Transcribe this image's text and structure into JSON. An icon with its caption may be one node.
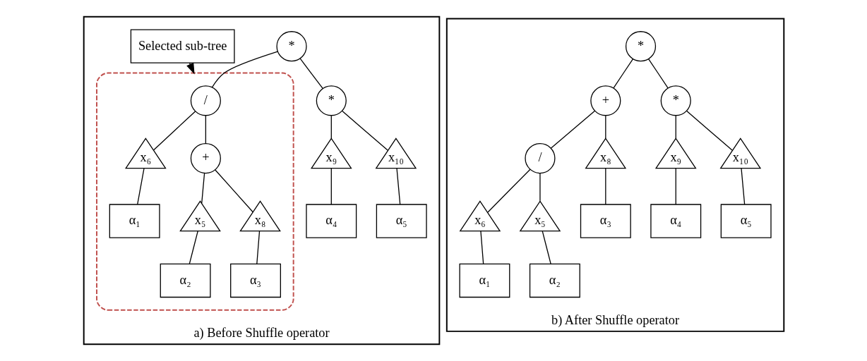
{
  "diagram": {
    "nodes": [
      {
        "text": [
          "a) Before Shuffle operator"
        ]
      },
      {
        "text": [
          "*"
        ],
        "in": 0
      },
      {
        "text": [
          "Selected sub-tree"
        ],
        "in": 0
      },
      {
        "text": [],
        "shape": "ellipse",
        "in": 0
      },
      {
        "text": [
          "/"
        ],
        "in": 3
      },
      {
        "text": [
          "*"
        ],
        "in": 0
      },
      {
        "text": [
          "x₆"
        ],
        "in": 3
      },
      {
        "text": [
          "+"
        ],
        "in": 3
      },
      {
        "text": [
          "x₉"
        ],
        "in": 0
      },
      {
        "text": [
          "x₁₀"
        ],
        "in": 0
      },
      {
        "text": [
          "α₁"
        ],
        "in": 3
      },
      {
        "text": [
          "x₅"
        ],
        "in": 3
      },
      {
        "text": [
          "x₈"
        ],
        "in": 3
      },
      {
        "text": [
          "α₄"
        ],
        "in": 0
      },
      {
        "text": [
          "α₅"
        ],
        "in": 0
      },
      {
        "text": [
          "α₂"
        ],
        "in": 3
      },
      {
        "text": [
          "α₃"
        ],
        "in": 3
      },
      {
        "text": [
          "b) After Shuffle operator"
        ]
      },
      {
        "text": [
          "*"
        ],
        "in": 17
      },
      {
        "text": [
          "+"
        ],
        "in": 17
      },
      {
        "text": [
          "*"
        ],
        "in": 17
      },
      {
        "text": [
          "/"
        ],
        "in": 17
      },
      {
        "text": [
          "x₈"
        ],
        "in": 17
      },
      {
        "text": [
          "x₉"
        ],
        "in": 17
      },
      {
        "text": [
          "x₁₀"
        ],
        "in": 17
      },
      {
        "text": [
          "x₆"
        ],
        "in": 17
      },
      {
        "text": [
          "x₅"
        ],
        "in": 17
      },
      {
        "text": [
          "α₃"
        ],
        "in": 17
      },
      {
        "text": [
          "α₄"
        ],
        "in": 17
      },
      {
        "text": [
          "α₅"
        ],
        "in": 17
      },
      {
        "text": [
          "α₁"
        ],
        "in": 17
      },
      {
        "text": [
          "α₂"
        ],
        "in": 17
      }
    ],
    "edges": [
      {
        "from": 1,
        "to": 4,
        "arrow": "none"
      },
      {
        "from": 1,
        "to": 5,
        "arrow": "none"
      },
      {
        "from": 2,
        "to": 3,
        "arrow": "to"
      },
      {
        "from": 4,
        "to": 6,
        "arrow": "none"
      },
      {
        "from": 4,
        "to": 7,
        "arrow": "none"
      },
      {
        "from": 5,
        "to": 8,
        "arrow": "none"
      },
      {
        "from": 5,
        "to": 9,
        "arrow": "none"
      },
      {
        "from": 6,
        "to": 10,
        "arrow": "none"
      },
      {
        "from": 7,
        "to": 11,
        "arrow": "none"
      },
      {
        "from": 7,
        "to": 12,
        "arrow": "none"
      },
      {
        "from": 8,
        "to": 13,
        "arrow": "none"
      },
      {
        "from": 9,
        "to": 14,
        "arrow": "none"
      },
      {
        "from": 11,
        "to": 15,
        "arrow": "none"
      },
      {
        "from": 12,
        "to": 16,
        "arrow": "none"
      },
      {
        "from": 18,
        "to": 19,
        "arrow": "none"
      },
      {
        "from": 18,
        "to": 20,
        "arrow": "none"
      },
      {
        "from": 19,
        "to": 21,
        "arrow": "none"
      },
      {
        "from": 19,
        "to": 22,
        "arrow": "none"
      },
      {
        "from": 20,
        "to": 23,
        "arrow": "none"
      },
      {
        "from": 20,
        "to": 24,
        "arrow": "none"
      },
      {
        "from": 21,
        "to": 25,
        "arrow": "none"
      },
      {
        "from": 21,
        "to": 26,
        "arrow": "none"
      },
      {
        "from": 22,
        "to": 27,
        "arrow": "none"
      },
      {
        "from": 23,
        "to": 28,
        "arrow": "none"
      },
      {
        "from": 24,
        "to": 29,
        "arrow": "none"
      },
      {
        "from": 25,
        "to": 30,
        "arrow": "none"
      },
      {
        "from": 26,
        "to": 31,
        "arrow": "none"
      }
    ]
  }
}
